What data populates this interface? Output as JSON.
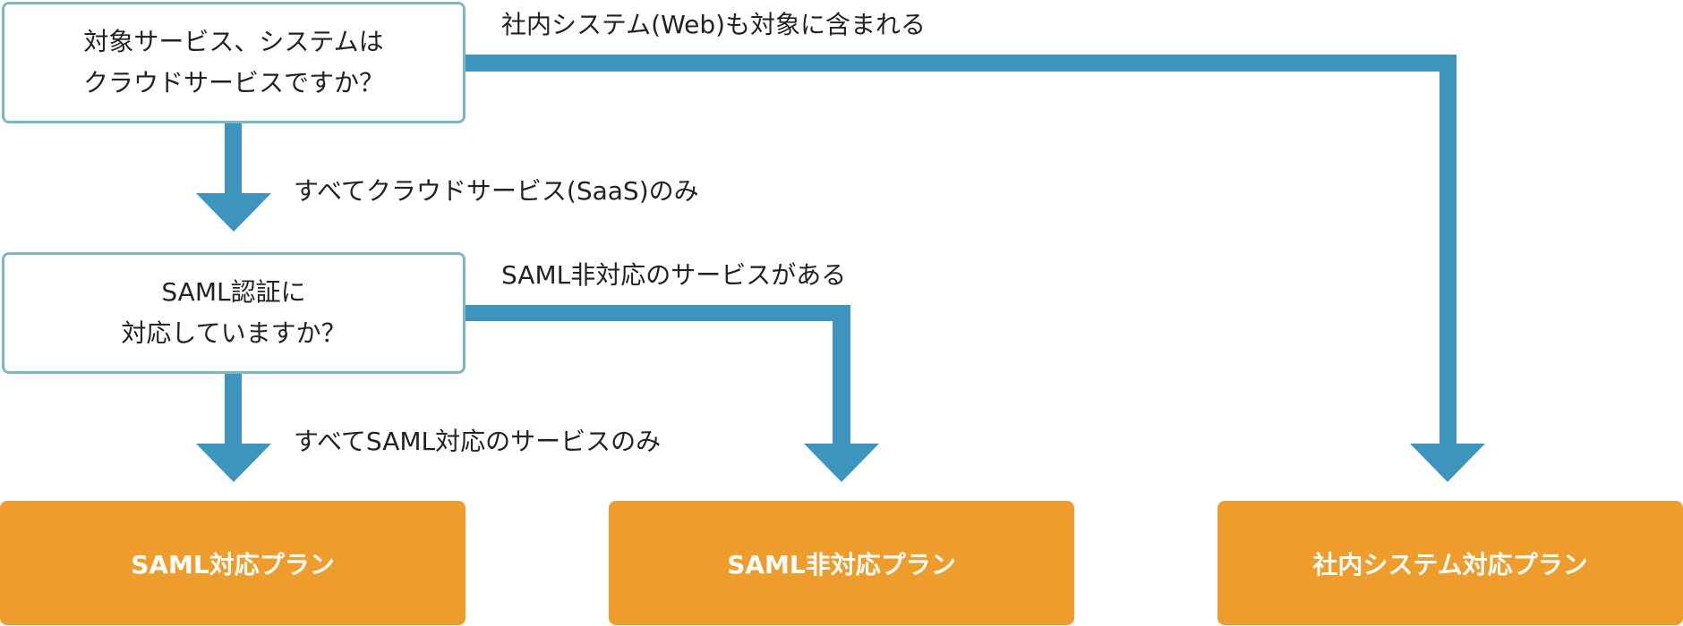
{
  "colors": {
    "connector": "#3d94bd",
    "question_border": "#7ab8c2",
    "plan_fill": "#ee9c2b",
    "plan_text": "#ffffff"
  },
  "questions": {
    "q1": {
      "line1": "対象サービス、システムは",
      "line2": "クラウドサービスですか？"
    },
    "q2": {
      "line1": "SAML認証に",
      "line2": "対応していますか？"
    }
  },
  "edges": {
    "q1_to_internal": "社内システム(Web)も対象に含まれる",
    "q1_to_q2": "すべてクラウドサービス(SaaS)のみ",
    "q2_to_nonsaml": "SAML非対応のサービスがある",
    "q2_to_saml": "すべてSAML対応のサービスのみ"
  },
  "plans": {
    "saml": "SAML対応プラン",
    "non_saml": "SAML非対応プラン",
    "internal": "社内システム対応プラン"
  }
}
